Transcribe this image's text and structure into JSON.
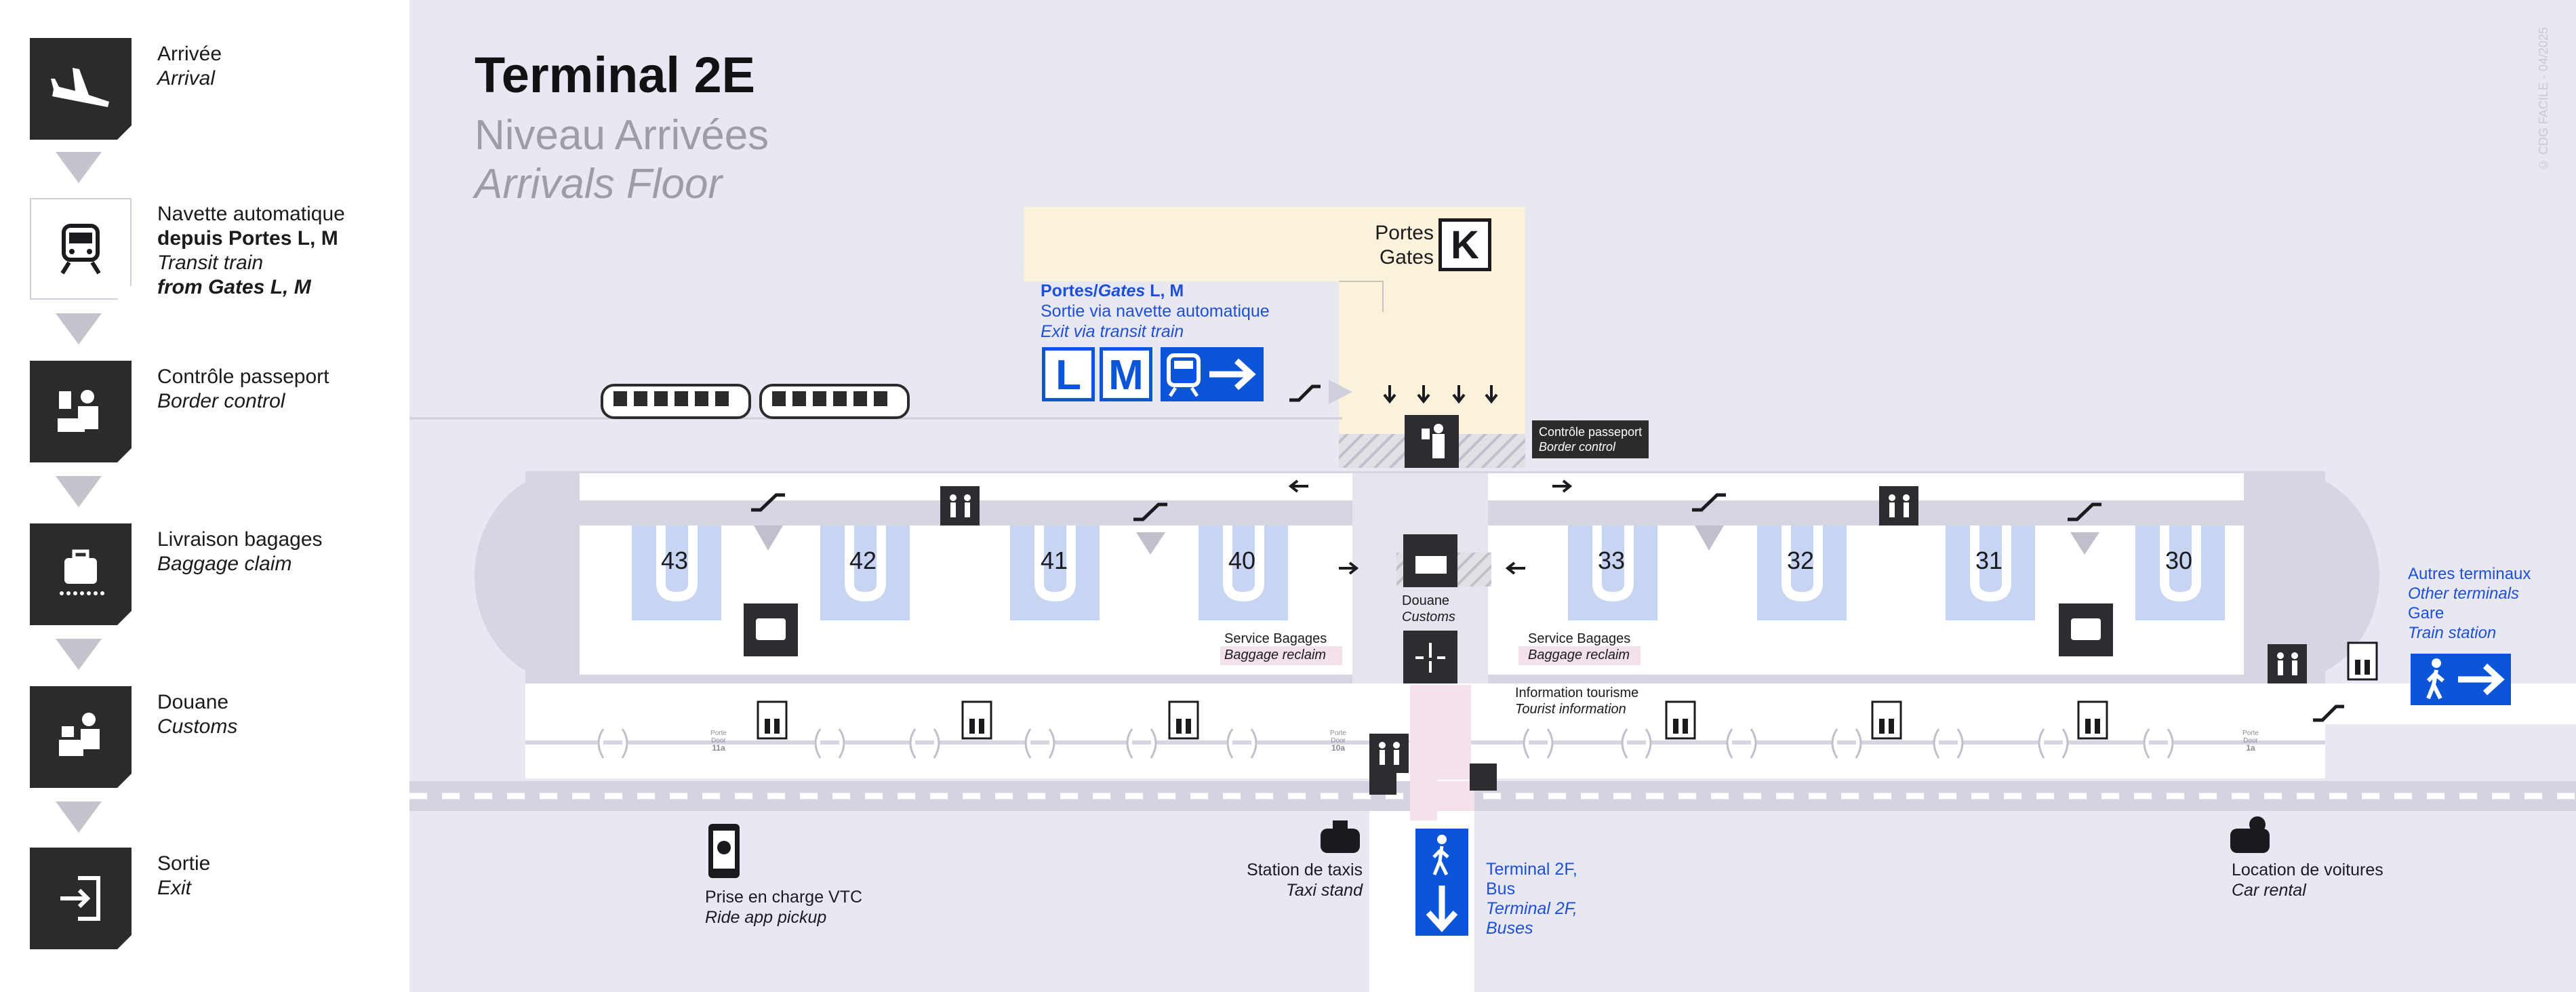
{
  "sidebar": {
    "steps": [
      {
        "fr": "Arrivée",
        "en": "Arrival",
        "icon": "plane-arrival-icon"
      },
      {
        "fr": "Navette automatique",
        "fr_bold": "depuis Portes L, M",
        "en": "Transit train",
        "en_bold": "from Gates L, M",
        "icon": "transit-train-icon"
      },
      {
        "fr": "Contrôle passeport",
        "en": "Border control",
        "icon": "border-control-icon"
      },
      {
        "fr": "Livraison bagages",
        "en": "Baggage claim",
        "icon": "baggage-claim-icon"
      },
      {
        "fr": "Douane",
        "en": "Customs",
        "icon": "customs-icon"
      },
      {
        "fr": "Sortie",
        "en": "Exit",
        "icon": "exit-icon"
      }
    ]
  },
  "header": {
    "title": "Terminal 2E",
    "subtitle_fr": "Niveau Arrivées",
    "subtitle_en": "Arrivals Floor",
    "copyright": "© CDG FACILE - 04/2025"
  },
  "gates_k": {
    "fr": "Portes",
    "en": "Gates",
    "letter": "K"
  },
  "transit": {
    "title_fr": "Portes/",
    "title_en": "Gates",
    "title_letters": " L, M",
    "line1": "Sortie via navette automatique",
    "line2": "Exit via transit train",
    "letters": [
      "L",
      "M"
    ]
  },
  "passport_control": {
    "fr": "Contrôle passeport",
    "en": "Border control"
  },
  "carousels": [
    "43",
    "42",
    "41",
    "40",
    "33",
    "32",
    "31",
    "30"
  ],
  "customs": {
    "fr": "Douane",
    "en": "Customs"
  },
  "service_bagages_left": {
    "fr": "Service Bagages",
    "en": "Baggage reclaim"
  },
  "service_bagages_right": {
    "fr": "Service Bagages",
    "en": "Baggage reclaim"
  },
  "tourist_info": {
    "fr": "Information tourisme",
    "en": "Tourist information"
  },
  "doors": [
    {
      "top": "Porte",
      "mid": "Door",
      "num": "11a"
    },
    {
      "top": "Porte",
      "mid": "Door",
      "num": "10a"
    },
    {
      "top": "Porte",
      "mid": "Door",
      "num": "1a"
    }
  ],
  "other_terminals": {
    "fr": "Autres terminaux",
    "en": "Other terminals",
    "fr2": "Gare",
    "en2": "Train station"
  },
  "vtc": {
    "fr": "Prise en charge VTC",
    "en": "Ride app pickup"
  },
  "taxi": {
    "fr": "Station de taxis",
    "en": "Taxi stand"
  },
  "terminal_2f": {
    "l1": "Terminal 2F,",
    "l2": "Bus",
    "l3": "Terminal 2F,",
    "l4": "Buses"
  },
  "car_rental": {
    "fr": "Location de voitures",
    "en": "Car rental"
  },
  "colors": {
    "accent_blue": "#0d55d8",
    "dark": "#2b2b2d",
    "carousel": "#c7d4f2",
    "gates_zone": "#fbf2dc",
    "background": "#e8e8f3"
  }
}
